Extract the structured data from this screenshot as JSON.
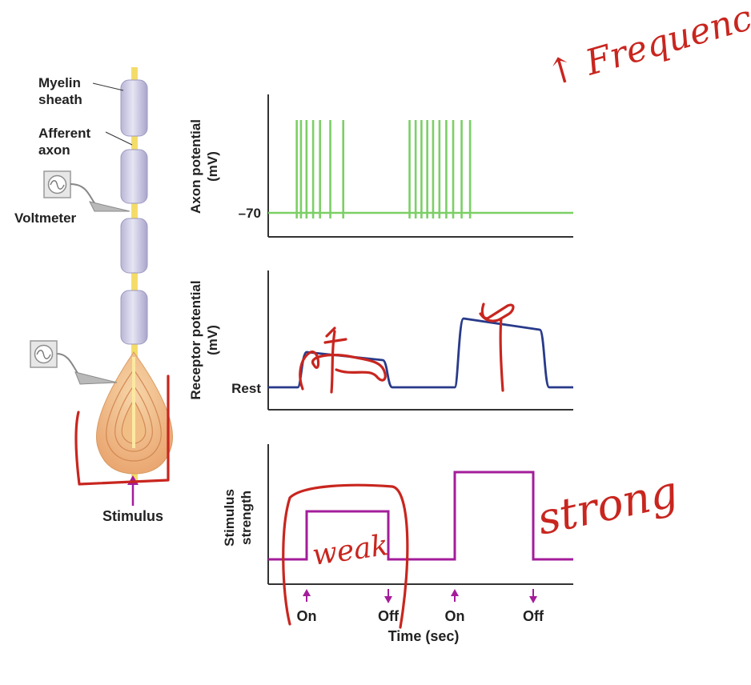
{
  "neuron": {
    "labels": {
      "myelin_line1": "Myelin",
      "myelin_line2": "sheath",
      "afferent_line1": "Afferent",
      "afferent_line2": "axon",
      "voltmeter": "Voltmeter",
      "stimulus": "Stimulus"
    }
  },
  "axon_panel": {
    "ylabel_line1": "Axon potential",
    "ylabel_line2": "(mV)",
    "tick_label": "–70",
    "spike_times_weak": [
      1.08,
      1.24,
      1.45,
      1.7,
      1.96,
      2.35,
      2.84
    ],
    "spike_times_strong": [
      5.35,
      5.58,
      5.8,
      6.02,
      6.24,
      6.48,
      6.74,
      7.0,
      7.32,
      7.64
    ]
  },
  "receptor_panel": {
    "ylabel_line1": "Receptor potential",
    "ylabel_line2": "(mV)",
    "tick_label": "Rest"
  },
  "stimulus_panel": {
    "ylabel_line1": "Stimulus",
    "ylabel_line2": "strength"
  },
  "time_axis": {
    "label": "Time (sec)",
    "markers": [
      "On",
      "Off",
      "On",
      "Off"
    ]
  },
  "annotations": {
    "frequency": "↑ Frequency",
    "weak": "weak",
    "strong": "strong"
  },
  "colors": {
    "spike_green": "#7ccf66",
    "receptor_blue": "#283a8a",
    "stimulus_magenta": "#a31d9a",
    "ink_red": "#c8261f"
  }
}
